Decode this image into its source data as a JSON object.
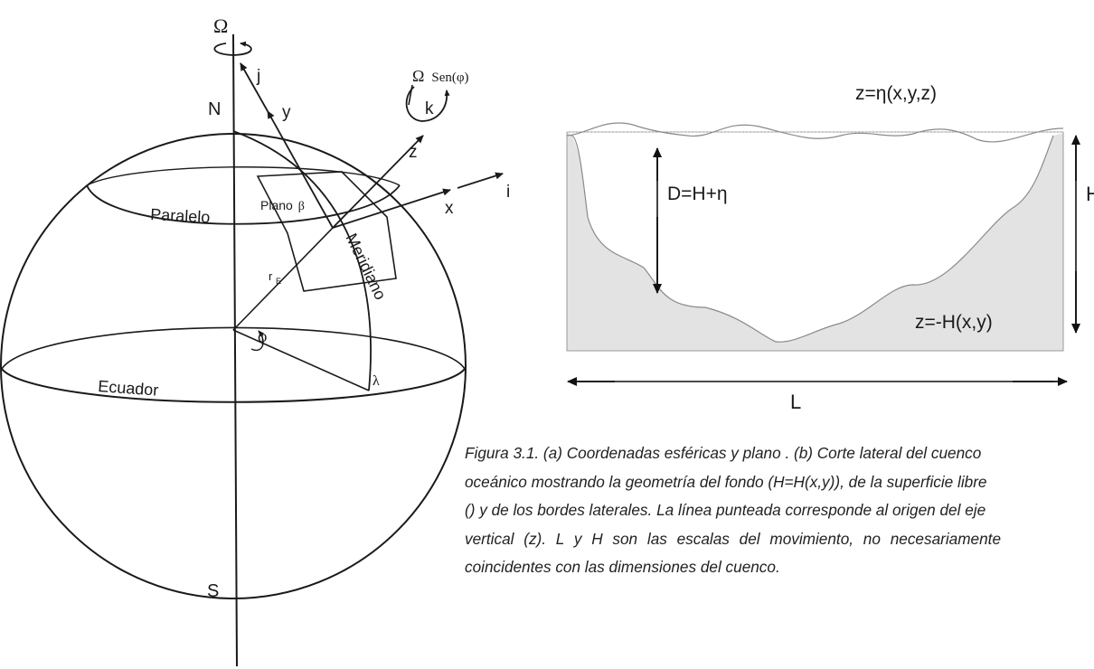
{
  "sphere_figure": {
    "labels": {
      "omega_axis": "Ω",
      "north": "N",
      "south": "S",
      "j_axis": "j",
      "y_axis": "y",
      "omega_sen": "Ω",
      "omega_sen_suffix": "Sen(φ)",
      "k_axis": "k",
      "z_axis": "z",
      "x_axis": "x",
      "i_axis": "i",
      "parallel": "Paralelo",
      "plane": "Plano",
      "plane_symbol": "β",
      "meridian": "Meridiano",
      "earth_radius": "r",
      "earth_radius_sub": "E",
      "latitude_symbol": "φ",
      "longitude_symbol": "λ",
      "equator": "Ecuador"
    }
  },
  "basin_figure": {
    "labels": {
      "surface": "z=η(x,y,z)",
      "depth": "D=H+η",
      "depth_scale": "H",
      "bottom": "z=-H(x,y)",
      "length_scale": "L"
    }
  },
  "caption": {
    "lines": [
      "Figura 3.1. (a) Coordenadas esféricas y plano . (b) Corte lateral del cuenco",
      "oceánico mostrando la geometría del fondo (H=H(x,y)), de la superficie libre",
      "() y de los bordes laterales. La línea punteada corresponde al origen del eje",
      "vertical (z). L y H son las escalas del movimiento, no necesariamente",
      "coincidentes con las dimensiones del cuenco."
    ]
  }
}
